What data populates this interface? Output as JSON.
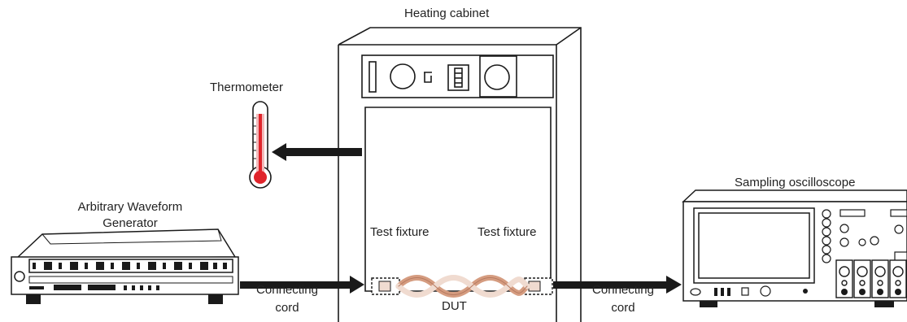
{
  "labels": {
    "heating_cabinet": "Heating cabinet",
    "thermometer": "Thermometer",
    "awg_line1": "Arbitrary Waveform",
    "awg_line2": "Generator",
    "test_fixture_left": "Test fixture",
    "test_fixture_right": "Test fixture",
    "dut": "DUT",
    "cord_left_line1": "Connecting",
    "cord_left_line2": "cord",
    "cord_right_line1": "Connecting",
    "cord_right_line2": "cord",
    "sampling_oscilloscope": "Sampling oscilloscope"
  },
  "colors": {
    "line": "#1a1a1a",
    "thermometer_red": "#e0242b",
    "thermometer_pink": "#f3b9ba",
    "cable_copper": "#d59c80",
    "cable_light": "#f0dbd0"
  }
}
